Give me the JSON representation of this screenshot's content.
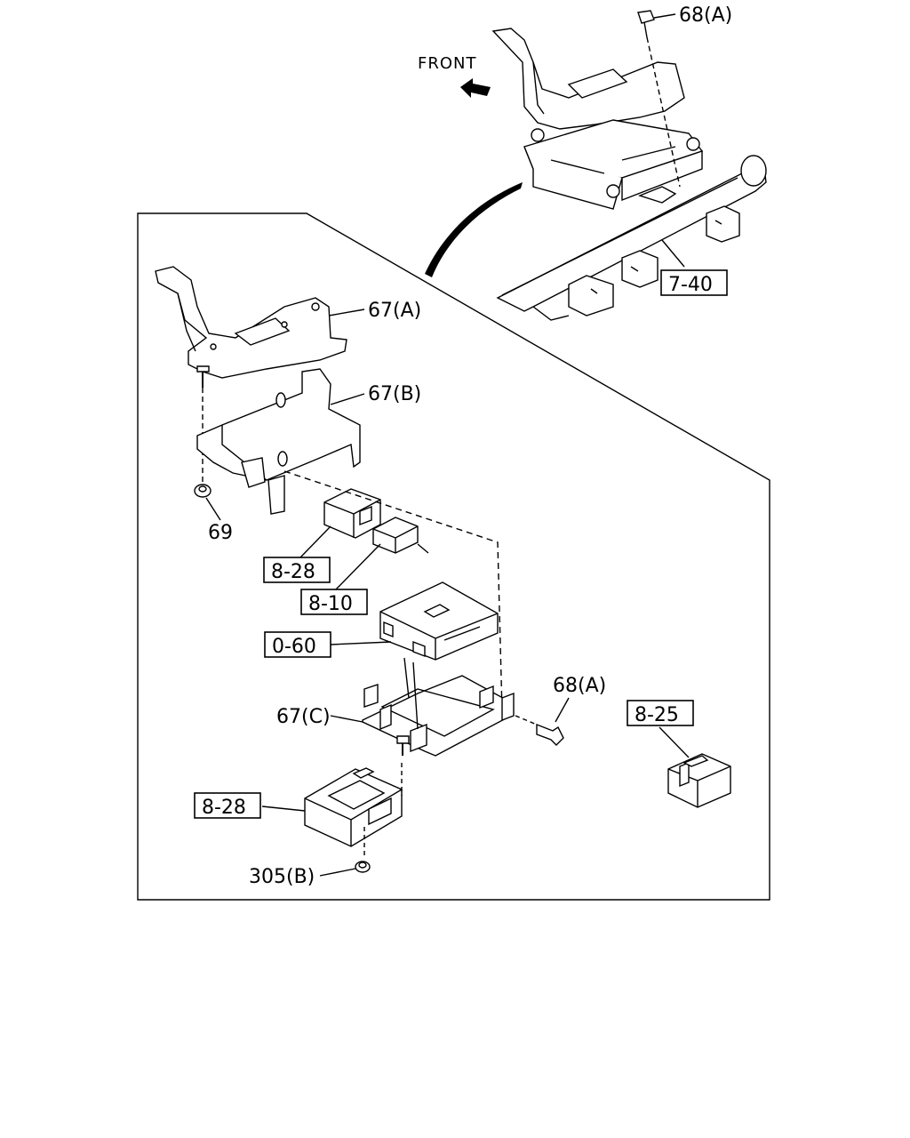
{
  "diagram": {
    "direction_label": "FRONT",
    "refs": {
      "ref_7_40": "7-40",
      "ref_8_28_top": "8-28",
      "ref_8_10": "8-10",
      "ref_0_60": "0-60",
      "ref_8_25": "8-25",
      "ref_8_28_bottom": "8-28"
    },
    "parts": {
      "p68a_top": "68(A)",
      "p67a": "67(A)",
      "p67b": "67(B)",
      "p69": "69",
      "p68a_mid": "68(A)",
      "p67c": "67(C)",
      "p305b": "305(B)"
    }
  }
}
